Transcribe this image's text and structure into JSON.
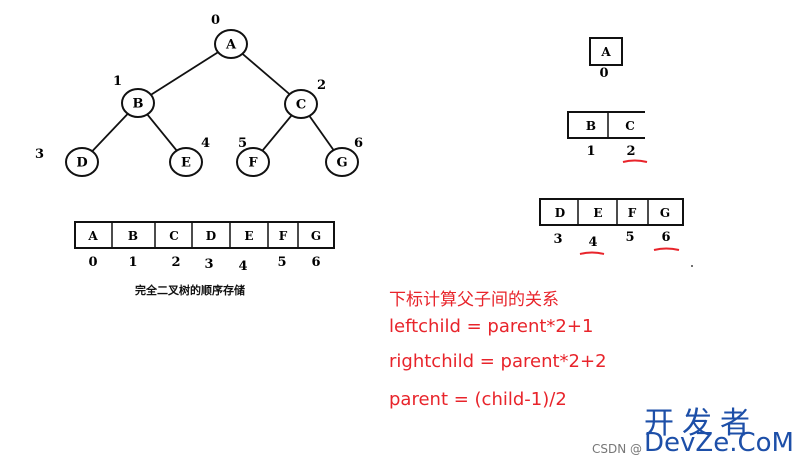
{
  "tree": {
    "nodes": [
      {
        "letter": "A",
        "index": "0"
      },
      {
        "letter": "B",
        "index": "1"
      },
      {
        "letter": "C",
        "index": "2"
      },
      {
        "letter": "D",
        "index": "3"
      },
      {
        "letter": "E",
        "index": "4"
      },
      {
        "letter": "F",
        "index": "5"
      },
      {
        "letter": "G",
        "index": "6"
      }
    ],
    "edges": [
      [
        "A",
        "B"
      ],
      [
        "A",
        "C"
      ],
      [
        "B",
        "D"
      ],
      [
        "B",
        "E"
      ],
      [
        "C",
        "F"
      ],
      [
        "C",
        "G"
      ]
    ]
  },
  "array": {
    "cells": [
      "A",
      "B",
      "C",
      "D",
      "E",
      "F",
      "G"
    ],
    "indices": [
      "0",
      "1",
      "2",
      "3",
      "4",
      "5",
      "6"
    ],
    "caption": "完全二叉树的顺序存储"
  },
  "levels": [
    {
      "cells": [
        "A"
      ],
      "indices": [
        "0"
      ],
      "underlined": []
    },
    {
      "cells": [
        "B",
        "C"
      ],
      "indices": [
        "1",
        "2"
      ],
      "underlined": [
        "2"
      ]
    },
    {
      "cells": [
        "D",
        "E",
        "F",
        "G"
      ],
      "indices": [
        "3",
        "4",
        "5",
        "6"
      ],
      "underlined": [
        "4",
        "6"
      ]
    }
  ],
  "notes": {
    "title": "下标计算父子间的关系",
    "left": "leftchild = parent*2+1",
    "right": "rightchild = parent*2+2",
    "parent": "parent = (child-1)/2"
  },
  "watermark": {
    "csdn": "CSDN @",
    "cn": "开发者",
    "en": "DevZe.CoM"
  },
  "colors": {
    "ink": "#111111",
    "accent": "#e8242b",
    "watermark": "#1d4fa8"
  }
}
